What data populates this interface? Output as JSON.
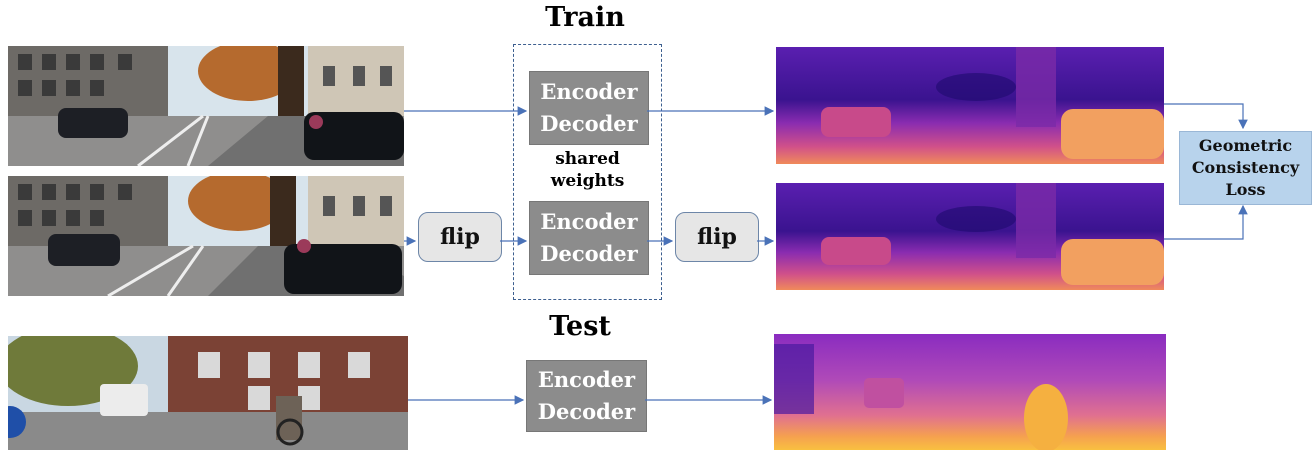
{
  "sections": {
    "train_title": "Train",
    "test_title": "Test"
  },
  "encoder_decoder": {
    "line1": "Encoder",
    "line2": "Decoder"
  },
  "shared_weights": {
    "line1": "shared",
    "line2": "weights"
  },
  "flip_label": "flip",
  "loss": {
    "line1": "Geometric",
    "line2": "Consistency",
    "line3": "Loss"
  },
  "colors": {
    "arrow": "#4a72b8",
    "encoder_fill": "#8c8c8c",
    "flip_fill": "#e6e6e6",
    "loss_fill": "#b8d3ec",
    "depth_far": "#2a0f8a",
    "depth_mid": "#b03aa8",
    "depth_near": "#f5a060"
  }
}
